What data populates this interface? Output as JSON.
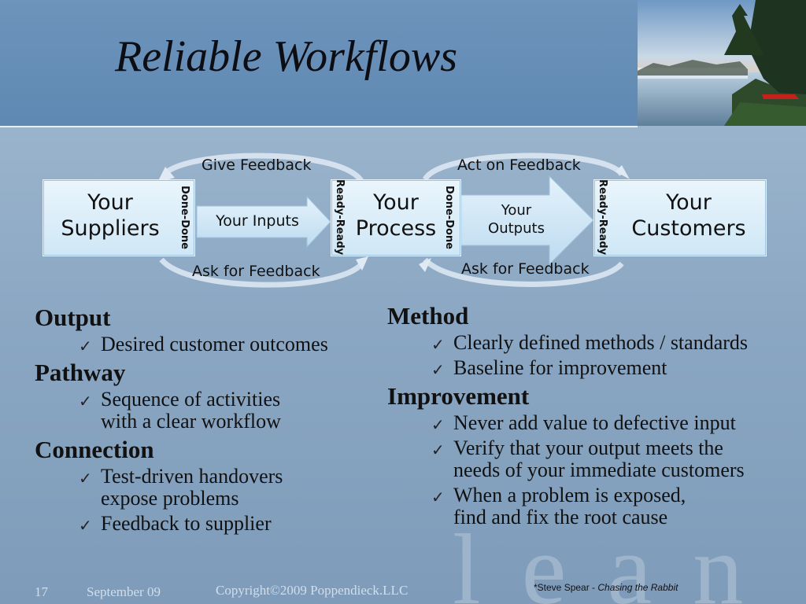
{
  "title": "Reliable Workflows",
  "diagram": {
    "boxes": {
      "suppliers": "Your\nSuppliers",
      "process": "Your\nProcess",
      "customers": "Your\nCustomers"
    },
    "handover_labels": {
      "suppliers_out": "Done-Done",
      "process_in": "Ready-Ready",
      "process_out": "Done-Done",
      "customers_in": "Ready-Ready"
    },
    "arrows": {
      "inputs": "Your Inputs",
      "outputs": "Your\nOutputs"
    },
    "feedback": {
      "left_top": "Give Feedback",
      "left_bottom": "Ask for Feedback",
      "right_top": "Act on Feedback",
      "right_bottom": "Ask for Feedback"
    }
  },
  "left_column": [
    {
      "heading": "Output",
      "items": [
        "Desired customer outcomes"
      ]
    },
    {
      "heading": "Pathway",
      "items": [
        "Sequence of activities\nwith a clear workflow"
      ]
    },
    {
      "heading": "Connection",
      "items": [
        "Test-driven handovers\nexpose problems",
        "Feedback to supplier"
      ]
    }
  ],
  "right_column": [
    {
      "heading": "Method",
      "items": [
        "Clearly defined methods / standards",
        "Baseline for improvement"
      ]
    },
    {
      "heading": "Improvement",
      "items": [
        "Never add value to defective input",
        "Verify that your output meets the\nneeds of your immediate customers",
        "When a problem is exposed,\nfind and fix the root cause"
      ]
    }
  ],
  "footer": {
    "page_number": "17",
    "date": "September 09",
    "copyright": "Copyright©2009 Poppendieck.LLC",
    "watermark": "lean",
    "citation_prefix": "*Steve Spear - ",
    "citation_title": "Chasing the Rabbit"
  },
  "check_glyph": "✓",
  "colors": {
    "header": "#5f88b2",
    "background": "#8aa6c2",
    "box_fill": "#d9edf8"
  }
}
